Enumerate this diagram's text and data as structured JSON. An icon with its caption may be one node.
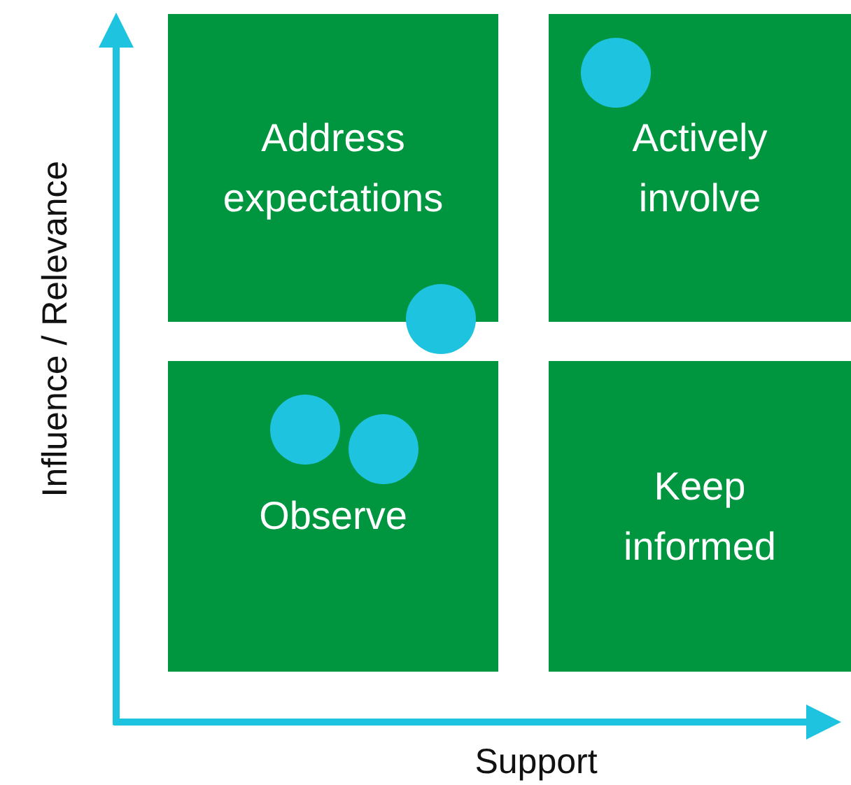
{
  "diagram": {
    "nodes": [
      {
        "text": [
          "Address expectations"
        ]
      },
      {
        "text": [
          "Actively involve"
        ]
      },
      {
        "text": [
          "Observe"
        ]
      },
      {
        "text": [
          "Keep informed"
        ]
      },
      {
        "text": [],
        "shape": "circle",
        "in": 1
      },
      {
        "text": [],
        "shape": "circle"
      },
      {
        "text": [],
        "shape": "circle",
        "in": 2
      },
      {
        "text": [],
        "shape": "circle",
        "in": 2
      }
    ],
    "labels": [
      "Influence / Relevance",
      "Support"
    ]
  }
}
